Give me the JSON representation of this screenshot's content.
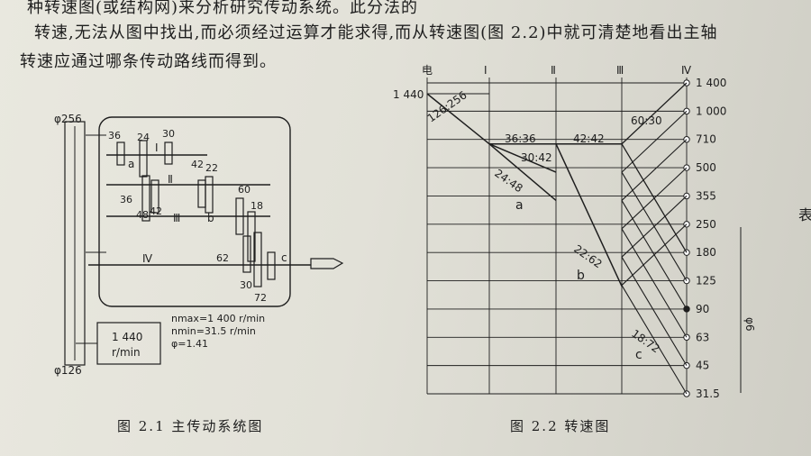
{
  "text": {
    "line1": "种转速图(或结构网)来分析研究传动系统。此分法的",
    "line2": "转速,无法从图中找出,而必须经过运算才能求得,而从转速图(图 2.2)中就可清楚地看出主轴",
    "line3": "转速应通过哪条传动路线而得到。",
    "fig1_caption": "图 2.1   主传动系统图",
    "fig2_caption": "图 2.2   转速图",
    "right_edge_char": "表"
  },
  "fig1": {
    "pulley_top": "φ256",
    "pulley_bottom": "φ126",
    "motor_speed": "1 440",
    "motor_unit": "r/min",
    "spec_nmax": "nmax=1 400 r/min",
    "spec_nmin": "nmin=31.5 r/min",
    "spec_phi": "φ=1.41",
    "shaft_labels": [
      "Ⅰ",
      "Ⅱ",
      "Ⅲ",
      "Ⅳ"
    ],
    "gear_teeth": [
      "36",
      "24",
      "30",
      "36",
      "48",
      "42",
      "42",
      "22",
      "60",
      "18",
      "62",
      "30",
      "72"
    ],
    "group_labels": [
      "a",
      "b",
      "c"
    ]
  },
  "fig2": {
    "column_labels": [
      "电",
      "Ⅰ",
      "Ⅱ",
      "Ⅲ",
      "Ⅳ"
    ],
    "motor_speed_label": "1 440",
    "speeds": [
      "1 400",
      "1 000",
      "710",
      "500",
      "355",
      "250",
      "180",
      "125",
      "90",
      "63",
      "45",
      "31.5"
    ],
    "ratios": [
      "126:256",
      "36:36",
      "30:42",
      "24:48",
      "42:42",
      "22:62",
      "60:30",
      "18:72"
    ],
    "group_labels": [
      "a",
      "b",
      "c"
    ],
    "phi_label": "φ6"
  }
}
